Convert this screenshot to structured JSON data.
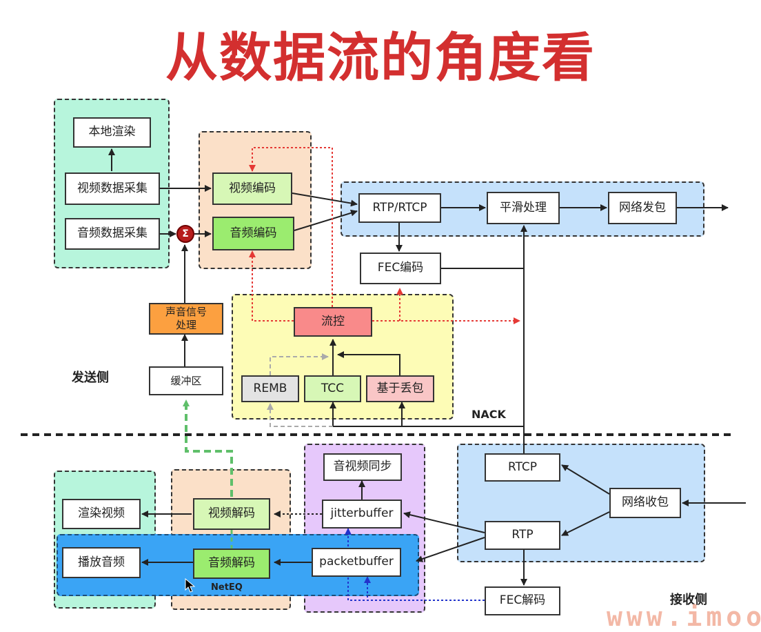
{
  "title": "从数据流的角度看",
  "labels": {
    "send_side": "发送侧",
    "recv_side": "接收侧",
    "nack": "NACK",
    "neteq": "NetEQ"
  },
  "sender": {
    "local_render": "本地渲染",
    "video_capture": "视频数据采集",
    "audio_capture": "音频数据采集",
    "video_encode": "视频编码",
    "audio_encode": "音频编码",
    "rtp_rtcp": "RTP/RTCP",
    "smoothing": "平滑处理",
    "net_send": "网络发包",
    "fec_encode": "FEC编码",
    "audio_process": "声音信号\n处理",
    "buffer": "缓冲区",
    "flow_control": "流控",
    "remb": "REMB",
    "tcc": "TCC",
    "loss_based": "基于丢包"
  },
  "receiver": {
    "render_video": "渲染视频",
    "play_audio": "播放音频",
    "video_decode": "视频解码",
    "audio_decode": "音频解码",
    "av_sync": "音视频同步",
    "jitterbuffer": "jitterbuffer",
    "packetbuffer": "packetbuffer",
    "rtcp": "RTCP",
    "rtp": "RTP",
    "net_recv": "网络收包",
    "fec_decode": "FEC解码"
  },
  "watermark": "www.imoo",
  "icons": {
    "sum": "sigma-icon"
  },
  "colors": {
    "title": "#d32f2f",
    "mint": "#b7f5dc",
    "peach": "#fbe0c8",
    "blue": "#c5e1fb",
    "yellow": "#fdfcb6",
    "purple": "#e6c8fb",
    "neteq": "#3aa4f5",
    "green": "#d7f7b6",
    "green_dark": "#9bec6f",
    "orange": "#fca040",
    "red": "#f98a8a",
    "pink": "#f9c6c6",
    "gray": "#e3e3e3"
  }
}
